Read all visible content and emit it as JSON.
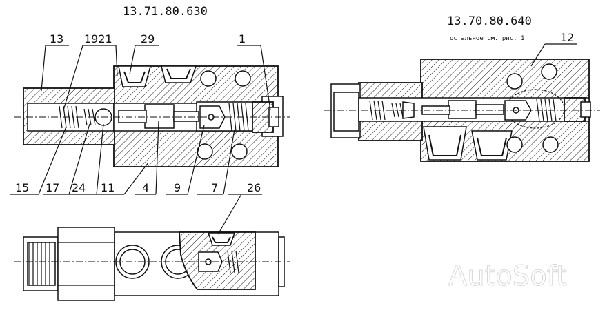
{
  "titles": {
    "left_code": "13.71.80.630",
    "right_code": "13.70.80.640",
    "right_note": "остальное см. рис. 1"
  },
  "callouts": {
    "c13": "13",
    "c1921": "1921",
    "c29": "29",
    "c1": "1",
    "c12": "12",
    "c15": "15",
    "c17": "17",
    "c24": "24",
    "c11": "11",
    "c4": "4",
    "c9": "9",
    "c7": "7",
    "c26": "26"
  },
  "watermark": "AutoSoft"
}
